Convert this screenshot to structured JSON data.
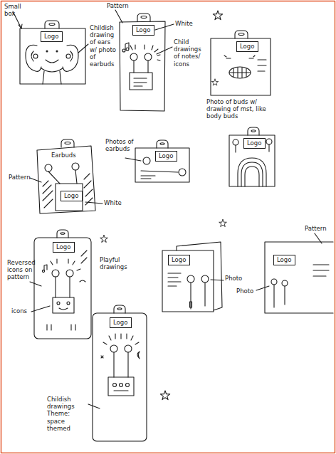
{
  "diagram": {
    "nodes": [
      {
        "text": [
          "Logo"
        ]
      },
      {
        "text": [
          "Logo"
        ]
      },
      {
        "text": [
          "Logo"
        ]
      },
      {
        "text": [
          "Logo"
        ]
      },
      {
        "text": [
          "Logo"
        ]
      },
      {
        "text": [
          "Logo"
        ]
      },
      {
        "text": [
          "Logo"
        ]
      },
      {
        "text": [
          "Logo"
        ]
      },
      {
        "text": [
          "Logo"
        ]
      },
      {
        "text": [
          "Logo"
        ]
      }
    ],
    "labels": [
      "Small box",
      "Childish drawing of ears w/ photo of earbuds",
      "Pattern",
      "White",
      "Child drawings of notes/ icons",
      "Photo of buds w/ drawing of mst, like body buds",
      "Earbuds",
      "Pattern",
      "White",
      "Photos of earbuds",
      "Reversed icons on pattern",
      "icons",
      "Playful drawings",
      "Photo",
      "Pattern",
      "Photo",
      "Childish drawings Theme: space themed"
    ]
  }
}
